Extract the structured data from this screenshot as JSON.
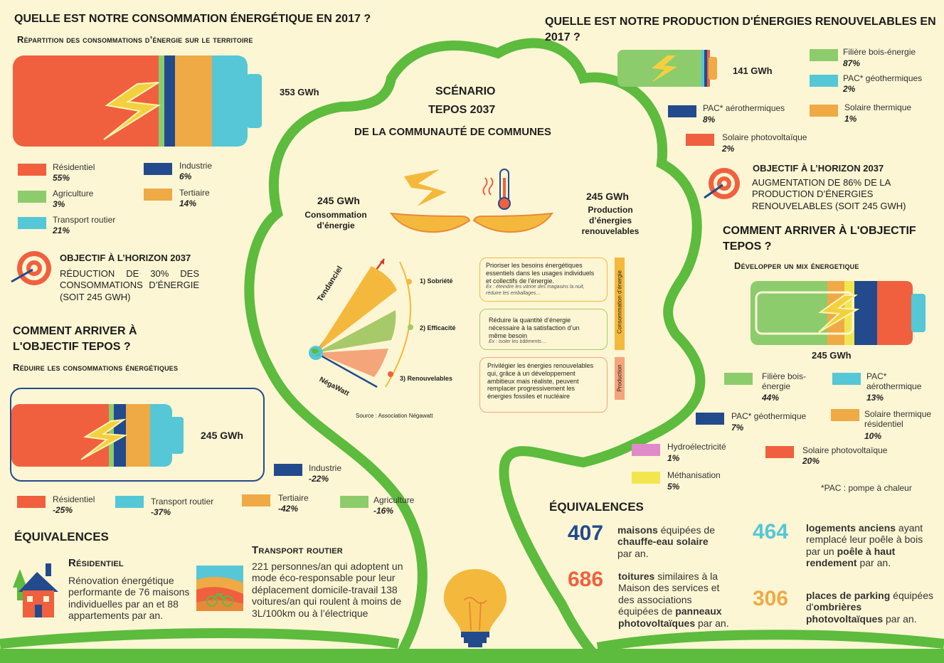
{
  "colors": {
    "residentiel": "#f0603f",
    "agriculture": "#8ccc6c",
    "transport": "#55c7d7",
    "industrie": "#234a8c",
    "tertiaire": "#efaa46",
    "tree": "#5dbb3e",
    "bg": "#fdf6d4",
    "pink": "#e08bc9",
    "yellow": "#f2e650"
  },
  "left": {
    "title": "QUELLE EST NOTRE CONSOMMATION ÉNERGÉTIQUE EN 2017 ?",
    "subtitle": "Répartition des consommations d’énergie sur le territoire",
    "total": "353 GWh",
    "legend": [
      {
        "label": "Résidentiel",
        "value": "55%",
        "color": "#f0603f"
      },
      {
        "label": "Industrie",
        "value": "6%",
        "color": "#234a8c"
      },
      {
        "label": "Agriculture",
        "value": "3%",
        "color": "#8ccc6c"
      },
      {
        "label": "Tertiaire",
        "value": "14%",
        "color": "#efaa46"
      },
      {
        "label": "Transport routier",
        "value": "21%",
        "color": "#55c7d7"
      }
    ],
    "objective_title": "OBJECTIF À L’HORIZON 2037",
    "objective_text": "RÉDUCTION DE 30% DES CONSOMMATIONS D’ÉNERGIE (SOIT 245 GWH)",
    "how_title": "COMMENT ARRIVER À L'OBJECTIF TEPOS ?",
    "how_subtitle": "Réduire les consommations énergétiques",
    "total2": "245 GWh",
    "reduction": [
      {
        "label": "Industrie",
        "value": "-22%",
        "color": "#234a8c"
      },
      {
        "label": "Résidentiel",
        "value": "-25%",
        "color": "#f0603f"
      },
      {
        "label": "Transport routier",
        "value": "-37%",
        "color": "#55c7d7"
      },
      {
        "label": "Tertiaire",
        "value": "-42%",
        "color": "#efaa46"
      },
      {
        "label": "Agriculture",
        "value": "-16%",
        "color": "#8ccc6c"
      }
    ],
    "equiv_title": "ÉQUIVALENCES",
    "res_title": "Résidentiel",
    "res_text": "Rénovation énergétique performante de 76 maisons individuelles par an et 88 appartements par an.",
    "tr_title": "Transport routier",
    "tr_text": "221 personnes/an qui adoptent un mode éco-responsable pour leur déplacement domicile-travail 138 voitures/an qui roulent à moins de 3L/100km ou à l’électrique"
  },
  "center": {
    "title1": "SCÉNARIO",
    "title2": "TEPOS 2037",
    "title3": "DE LA COMMUNAUTÉ DE COMMUNES",
    "left_val": "245 GWh",
    "left_lbl": "Consommation d’énergie",
    "right_val": "245 GWh",
    "right_lbl": "Production d’énergies renouvelables",
    "tendanciel": "Tendanciel",
    "negawatt": "NégaWatt",
    "steps": [
      "1)  Sobriété",
      "2) Efficacité",
      "3) Renouvelables"
    ],
    "box1": "Prioriser les besoins énergétiques essentiels dans les usages individuels et collectifs de l’énergie.",
    "box1_ex": "Ex : éteindre les vitrine des magasins la nuit, réduire les emballages…",
    "box2": "Réduire la quantité d’énergie nécessaire à la satisfaction d’un même besoin",
    "box2_ex": "Ex : isoler les bâtiments…",
    "box3": "Privilégier les énergies renouvelables qui, grâce à un développement ambitieux mais réaliste, peuvent remplacer progressivement les énergies fossiles et nucléaire",
    "tag1": "Consommation d’énergie",
    "tag2": "Production",
    "source": "Source : Association Négawatt"
  },
  "right": {
    "title": "QUELLE EST NOTRE PRODUCTION D'ÉNERGIES RENOUVELABLES EN 2017 ?",
    "total": "141 GWh",
    "legend": [
      {
        "label": "Filière bois-énergie",
        "value": "87%",
        "color": "#8ccc6c"
      },
      {
        "label": "PAC* géothermiques",
        "value": "2%",
        "color": "#55c7d7"
      },
      {
        "label": "PAC* aérothermiques",
        "value": "8%",
        "color": "#234a8c"
      },
      {
        "label": "Solaire thermique",
        "value": "1%",
        "color": "#efaa46"
      },
      {
        "label": "Solaire photovoltaïque",
        "value": "2%",
        "color": "#f0603f"
      }
    ],
    "objective_title": "OBJECTIF À L’HORIZON 2037",
    "objective_text": "AUGMENTATION DE 86% DE LA PRODUCTION D’ÉNERGIES RENOUVELABLES  (SOIT 245 GWH)",
    "how_title": "COMMENT ARRIVER À L'OBJECTIF TEPOS ?",
    "how_subtitle": "Développer un mix énergetique",
    "total2": "245 GWh",
    "mix": [
      {
        "label": "Filière bois-énergie",
        "value": "44%",
        "color": "#8ccc6c"
      },
      {
        "label": "PAC* aérothermique",
        "value": "13%",
        "color": "#55c7d7"
      },
      {
        "label": "PAC* géothermique",
        "value": "7%",
        "color": "#234a8c"
      },
      {
        "label": "Solaire thermique résidentiel",
        "value": "10%",
        "color": "#efaa46"
      },
      {
        "label": "Hydroélectricité",
        "value": "1%",
        "color": "#e08bc9"
      },
      {
        "label": "Solaire photovoltaïque",
        "value": "20%",
        "color": "#f0603f"
      },
      {
        "label": "Méthanisation",
        "value": "5%",
        "color": "#f2e650"
      }
    ],
    "note": "*PAC : pompe à chaleur",
    "equiv_title": "ÉQUIVALENCES",
    "eq": [
      {
        "num": "407",
        "color": "#234a8c",
        "b1": "maisons",
        "t1": " équipées de ",
        "b2": "chauffe-eau solaire",
        "t2": " par an."
      },
      {
        "num": "464",
        "color": "#55c7d7",
        "b1": "logements anciens",
        "t1": " ayant remplacé leur poêle à bois par un ",
        "b2": "poêle à haut rendement",
        "t2": " par an."
      },
      {
        "num": "686",
        "color": "#f0603f",
        "b1": "toitures",
        "t1": " similaires à la Maison des services et des associations équipées de ",
        "b2": "panneaux photovoltaïques",
        "t2": " par an."
      },
      {
        "num": "306",
        "color": "#efaa46",
        "b1": "places de parking",
        "t1": " équipées d'",
        "b2": "ombrières photovoltaïques",
        "t2": " par an."
      }
    ]
  }
}
